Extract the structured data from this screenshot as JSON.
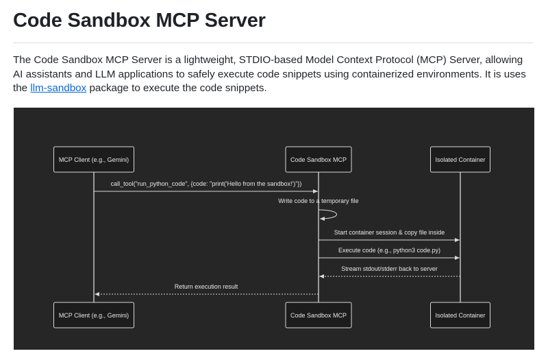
{
  "heading": "Code Sandbox MCP Server",
  "intro": {
    "text_before": "The Code Sandbox MCP Server is a lightweight, STDIO-based Model Context Protocol (MCP) Server, allowing AI assistants and LLM applications to safely execute code snippets using containerized environments. It is uses the ",
    "link": "llm-sandbox",
    "text_after": " package to execute the code snippets."
  },
  "diagram": {
    "participants": [
      "MCP Client (e.g., Gemini)",
      "Code Sandbox MCP",
      "Isolated Container"
    ],
    "messages": [
      {
        "from": 0,
        "to": 1,
        "label": "call_tool(\"run_python_code\", {code: \"print('Hello from the sandbox!')\"})",
        "style": "solid"
      },
      {
        "from": 1,
        "to": 1,
        "label": "Write code to a temporary file",
        "style": "solid"
      },
      {
        "from": 1,
        "to": 2,
        "label": "Start container session & copy file inside",
        "style": "solid"
      },
      {
        "from": 1,
        "to": 2,
        "label": "Execute code (e.g., python3 code.py)",
        "style": "solid"
      },
      {
        "from": 2,
        "to": 1,
        "label": "Stream stdout/stderr back to server",
        "style": "dashed"
      },
      {
        "from": 1,
        "to": 0,
        "label": "Return execution result",
        "style": "dashed"
      }
    ],
    "colors": {
      "background": "#262626",
      "line": "#d9d9d9",
      "box": "#1c1c1c"
    }
  }
}
